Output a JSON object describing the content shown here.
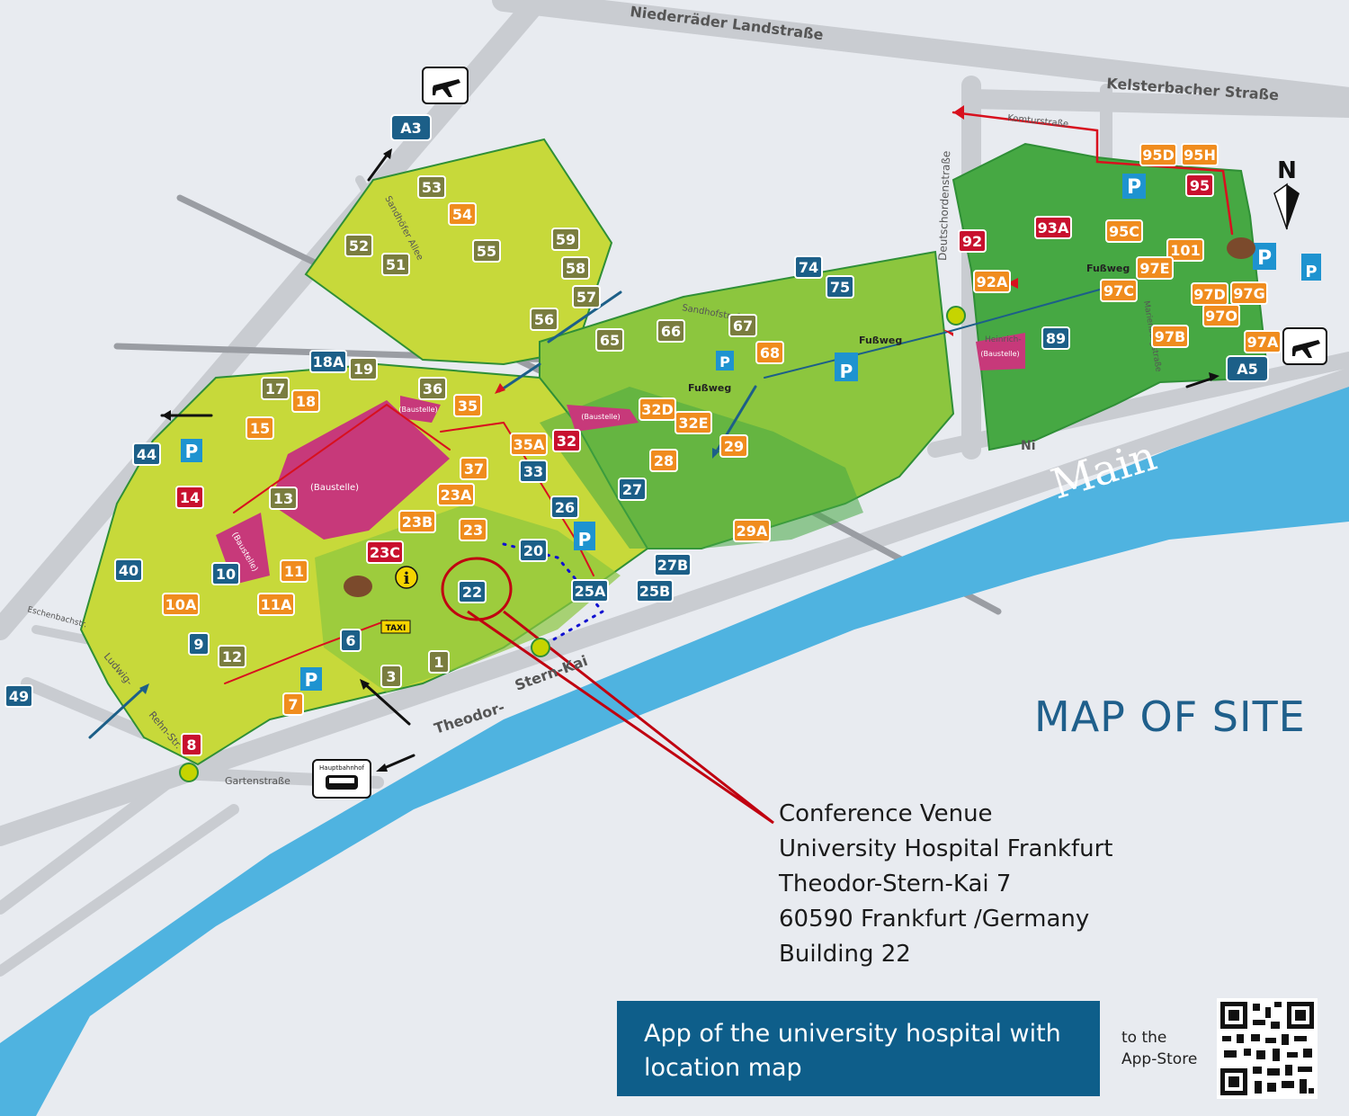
{
  "title": "MAP OF SITE",
  "river": {
    "label": "Main"
  },
  "compass": {
    "label": "N"
  },
  "streets": [
    {
      "id": "niederrader",
      "label": "Niederräder Landstraße"
    },
    {
      "id": "kelsterbacher",
      "label": "Kelsterbacher Straße"
    },
    {
      "id": "komtur",
      "label": "Komturstraße"
    },
    {
      "id": "deutschorden",
      "label": "Deutschordenstraße"
    },
    {
      "id": "sandhof",
      "label": "Sandhofstraße"
    },
    {
      "id": "sandhofer-allee",
      "label": "Sandhöfer Allee"
    },
    {
      "id": "theodor",
      "label": "Theodor-"
    },
    {
      "id": "stern-kai",
      "label": "Stern-Kai"
    },
    {
      "id": "garten",
      "label": "Gartenstraße"
    },
    {
      "id": "eschenbach",
      "label": "Eschenbachstr."
    },
    {
      "id": "ludwig",
      "label": "Ludwig-"
    },
    {
      "id": "rehn",
      "label": "Rehn-Str."
    },
    {
      "id": "marienburg",
      "label": "Marienburgstraße"
    },
    {
      "id": "heinrich",
      "label": "Heinrich-"
    },
    {
      "id": "ni",
      "label": "Ni"
    },
    {
      "id": "fussweg1",
      "label": "Fußweg"
    },
    {
      "id": "fussweg2",
      "label": "Fußweg"
    },
    {
      "id": "fussweg3",
      "label": "Fußweg"
    }
  ],
  "highways": [
    {
      "id": "a3",
      "label": "A3"
    },
    {
      "id": "a5",
      "label": "A5"
    }
  ],
  "station_label": "Hauptbahnhof",
  "construction_label": "(Baustelle)",
  "buildings": [
    {
      "id": "b53",
      "label": "53",
      "color": "#7a7d3f"
    },
    {
      "id": "b54",
      "label": "54",
      "color": "#f08c1e"
    },
    {
      "id": "b52",
      "label": "52",
      "color": "#7a7d3f"
    },
    {
      "id": "b51",
      "label": "51",
      "color": "#7a7d3f"
    },
    {
      "id": "b55",
      "label": "55",
      "color": "#7a7d3f"
    },
    {
      "id": "b59",
      "label": "59",
      "color": "#7a7d3f"
    },
    {
      "id": "b58",
      "label": "58",
      "color": "#7a7d3f"
    },
    {
      "id": "b57",
      "label": "57",
      "color": "#7a7d3f"
    },
    {
      "id": "b56",
      "label": "56",
      "color": "#7a7d3f"
    },
    {
      "id": "b65",
      "label": "65",
      "color": "#7a7d3f"
    },
    {
      "id": "b66",
      "label": "66",
      "color": "#7a7d3f"
    },
    {
      "id": "b67",
      "label": "67",
      "color": "#7a7d3f"
    },
    {
      "id": "b68",
      "label": "68",
      "color": "#f08c1e"
    },
    {
      "id": "b74",
      "label": "74",
      "color": "#1c5f88"
    },
    {
      "id": "b75",
      "label": "75",
      "color": "#1c5f88"
    },
    {
      "id": "b89",
      "label": "89",
      "color": "#1c5f88"
    },
    {
      "id": "b92",
      "label": "92",
      "color": "#c8102e"
    },
    {
      "id": "b92a",
      "label": "92A",
      "color": "#f08c1e"
    },
    {
      "id": "b93a",
      "label": "93A",
      "color": "#c8102e"
    },
    {
      "id": "b95d",
      "label": "95D",
      "color": "#f08c1e"
    },
    {
      "id": "b95h",
      "label": "95H",
      "color": "#f08c1e"
    },
    {
      "id": "b95",
      "label": "95",
      "color": "#c8102e"
    },
    {
      "id": "b95c",
      "label": "95C",
      "color": "#f08c1e"
    },
    {
      "id": "b101",
      "label": "101",
      "color": "#f08c1e"
    },
    {
      "id": "b97e",
      "label": "97E",
      "color": "#f08c1e"
    },
    {
      "id": "b97c",
      "label": "97C",
      "color": "#f08c1e"
    },
    {
      "id": "b97d",
      "label": "97D",
      "color": "#f08c1e"
    },
    {
      "id": "b97g",
      "label": "97G",
      "color": "#f08c1e"
    },
    {
      "id": "b97o",
      "label": "97O",
      "color": "#f08c1e"
    },
    {
      "id": "b97b",
      "label": "97B",
      "color": "#f08c1e"
    },
    {
      "id": "b97a",
      "label": "97A",
      "color": "#f08c1e"
    },
    {
      "id": "b18a",
      "label": "18A",
      "color": "#1c5f88"
    },
    {
      "id": "b19",
      "label": "19",
      "color": "#7a7d3f"
    },
    {
      "id": "b17",
      "label": "17",
      "color": "#7a7d3f"
    },
    {
      "id": "b18",
      "label": "18",
      "color": "#f08c1e"
    },
    {
      "id": "b36",
      "label": "36",
      "color": "#7a7d3f"
    },
    {
      "id": "b35",
      "label": "35",
      "color": "#f08c1e"
    },
    {
      "id": "b15",
      "label": "15",
      "color": "#f08c1e"
    },
    {
      "id": "b44",
      "label": "44",
      "color": "#1c5f88"
    },
    {
      "id": "b14",
      "label": "14",
      "color": "#c8102e"
    },
    {
      "id": "b13",
      "label": "13",
      "color": "#7a7d3f"
    },
    {
      "id": "b35a",
      "label": "35A",
      "color": "#f08c1e"
    },
    {
      "id": "b32",
      "label": "32",
      "color": "#c8102e"
    },
    {
      "id": "b32d",
      "label": "32D",
      "color": "#f08c1e"
    },
    {
      "id": "b32e",
      "label": "32E",
      "color": "#f08c1e"
    },
    {
      "id": "b29",
      "label": "29",
      "color": "#f08c1e"
    },
    {
      "id": "b28",
      "label": "28",
      "color": "#f08c1e"
    },
    {
      "id": "b37",
      "label": "37",
      "color": "#f08c1e"
    },
    {
      "id": "b33",
      "label": "33",
      "color": "#1c5f88"
    },
    {
      "id": "b27",
      "label": "27",
      "color": "#1c5f88"
    },
    {
      "id": "b23a",
      "label": "23A",
      "color": "#f08c1e"
    },
    {
      "id": "b26",
      "label": "26",
      "color": "#1c5f88"
    },
    {
      "id": "b23b",
      "label": "23B",
      "color": "#f08c1e"
    },
    {
      "id": "b23",
      "label": "23",
      "color": "#f08c1e"
    },
    {
      "id": "b29a",
      "label": "29A",
      "color": "#f08c1e"
    },
    {
      "id": "b20",
      "label": "20",
      "color": "#1c5f88"
    },
    {
      "id": "b27b",
      "label": "27B",
      "color": "#1c5f88"
    },
    {
      "id": "b40",
      "label": "40",
      "color": "#1c5f88"
    },
    {
      "id": "b10",
      "label": "10",
      "color": "#1c5f88"
    },
    {
      "id": "b11",
      "label": "11",
      "color": "#f08c1e"
    },
    {
      "id": "b23c",
      "label": "23C",
      "color": "#c8102e"
    },
    {
      "id": "b22",
      "label": "22",
      "color": "#1c5f88"
    },
    {
      "id": "b25a",
      "label": "25A",
      "color": "#1c5f88"
    },
    {
      "id": "b25b",
      "label": "25B",
      "color": "#1c5f88"
    },
    {
      "id": "b10a",
      "label": "10A",
      "color": "#f08c1e"
    },
    {
      "id": "b11a",
      "label": "11A",
      "color": "#f08c1e"
    },
    {
      "id": "b9",
      "label": "9",
      "color": "#1c5f88"
    },
    {
      "id": "b12",
      "label": "12",
      "color": "#7a7d3f"
    },
    {
      "id": "b6",
      "label": "6",
      "color": "#1c5f88"
    },
    {
      "id": "b3",
      "label": "3",
      "color": "#7a7d3f"
    },
    {
      "id": "b1",
      "label": "1",
      "color": "#7a7d3f"
    },
    {
      "id": "b7",
      "label": "7",
      "color": "#f08c1e"
    },
    {
      "id": "b8",
      "label": "8",
      "color": "#c8102e"
    },
    {
      "id": "b49",
      "label": "49",
      "color": "#1c5f88"
    }
  ],
  "venue": {
    "line1": "Conference Venue",
    "line2": "University Hospital Frankfurt",
    "line3": "Theodor-Stern-Kai 7",
    "line4": "60590 Frankfurt /Germany",
    "line5": "Building 22"
  },
  "app_banner": {
    "line1": "App of the university hospital with",
    "line2": "location map"
  },
  "app_store": {
    "line1": "to the",
    "line2": "App-Store"
  },
  "colors": {
    "background": "#e8ebf0",
    "river": "#4fb3e0",
    "road": "#c9ccd1",
    "green_dark": "#46a843",
    "green_mid": "#8cc63e",
    "green_light": "#c7d93a",
    "construction": "#c7397a",
    "route_red": "#d8101e",
    "banner": "#0e5e8a",
    "title": "#1f5f8b"
  }
}
